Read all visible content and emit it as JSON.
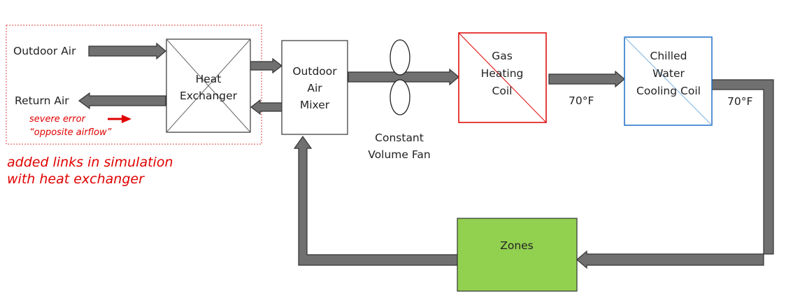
{
  "colors": {
    "annotation_red": "#e00000",
    "heating_coil_border": "#e00000",
    "cooling_coil_border": "#1f6fc7",
    "zones_fill": "#92d050",
    "duct_fill": "#707070"
  },
  "labels": {
    "outdoor_air": "Outdoor Air",
    "return_air": "Return Air",
    "fan_line1": "Constant",
    "fan_line2": "Volume Fan",
    "temp_after_heating": "70°F",
    "temp_after_cooling": "70°F"
  },
  "boxes": {
    "heat_exchanger": [
      "Heat",
      "Exchanger"
    ],
    "outdoor_air_mixer": [
      "Outdoor",
      "Air",
      "Mixer"
    ],
    "gas_heating_coil": [
      "Gas",
      "Heating",
      "Coil"
    ],
    "chilled_water_cooling_coil": [
      "Chilled",
      "Water",
      "Cooling Coil"
    ],
    "zones": "Zones"
  },
  "annotations": {
    "severe_error_line1": "severe error",
    "severe_error_line2": "“opposite airflow”",
    "added_links_line1": "added links in simulation",
    "added_links_line2": "with heat exchanger"
  }
}
